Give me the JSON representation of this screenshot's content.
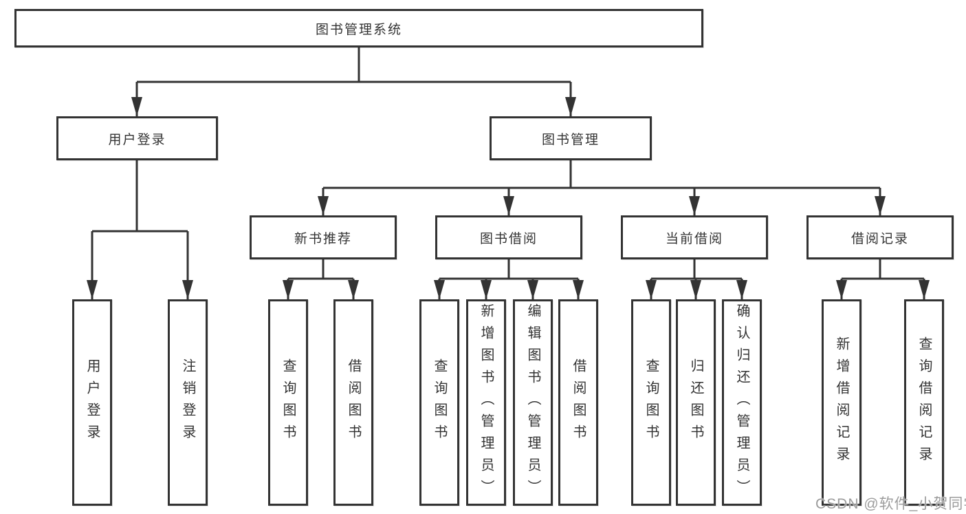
{
  "tree": {
    "label": "图书管理系统",
    "children": [
      {
        "label": "用户登录",
        "children": [
          {
            "label": "用户登录"
          },
          {
            "label": "注销登录"
          }
        ]
      },
      {
        "label": "图书管理",
        "children": [
          {
            "label": "新书推荐",
            "children": [
              {
                "label": "查询图书"
              },
              {
                "label": "借阅图书"
              }
            ]
          },
          {
            "label": "图书借阅",
            "children": [
              {
                "label": "查询图书"
              },
              {
                "label": "新增图书（管理员）"
              },
              {
                "label": "编辑图书（管理员）"
              },
              {
                "label": "借阅图书"
              }
            ]
          },
          {
            "label": "当前借阅",
            "children": [
              {
                "label": "查询图书"
              },
              {
                "label": "归还图书"
              },
              {
                "label": "确认归还（管理员）"
              }
            ]
          },
          {
            "label": "借阅记录",
            "children": [
              {
                "label": "新增借阅记录"
              },
              {
                "label": "查询借阅记录"
              }
            ]
          }
        ]
      }
    ]
  },
  "watermark": {
    "text": "CSDN @软件_小贺同学"
  },
  "colors": {
    "line": "#333333",
    "box_border": "#333333",
    "text": "#333333",
    "background": "#ffffff",
    "watermark": "#9c9c9c"
  }
}
